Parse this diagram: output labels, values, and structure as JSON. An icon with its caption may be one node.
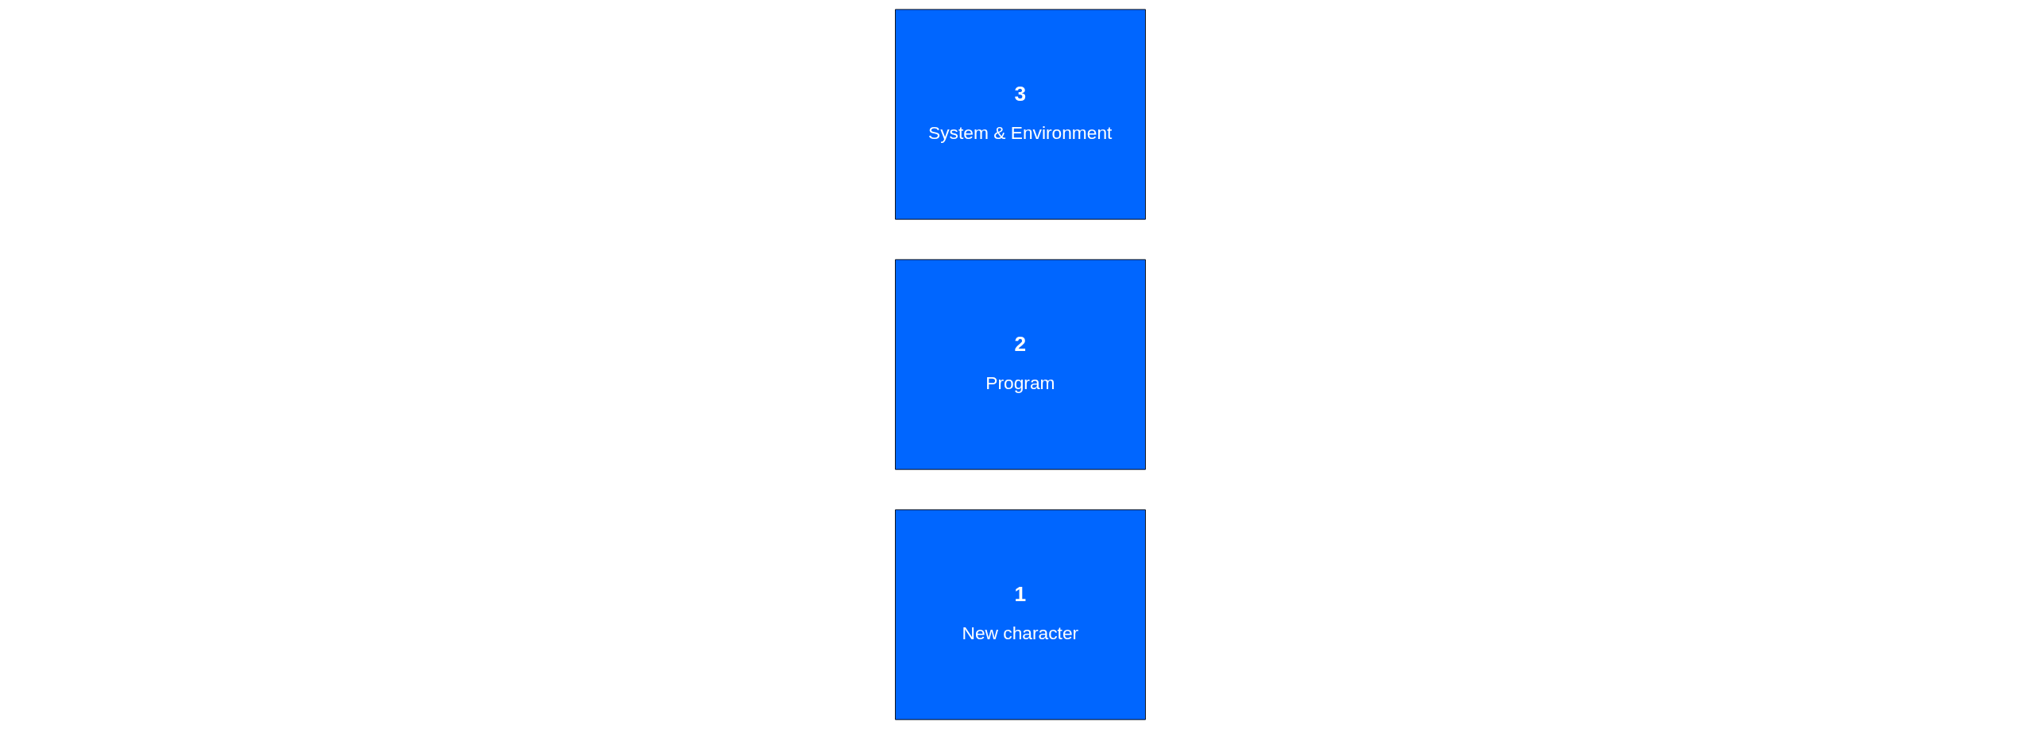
{
  "diagram": {
    "nodes": [
      {
        "text": [
          "1",
          "New character"
        ]
      },
      {
        "text": [
          "2",
          "Program"
        ]
      },
      {
        "text": [
          "3",
          "System & Environment"
        ]
      }
    ]
  }
}
